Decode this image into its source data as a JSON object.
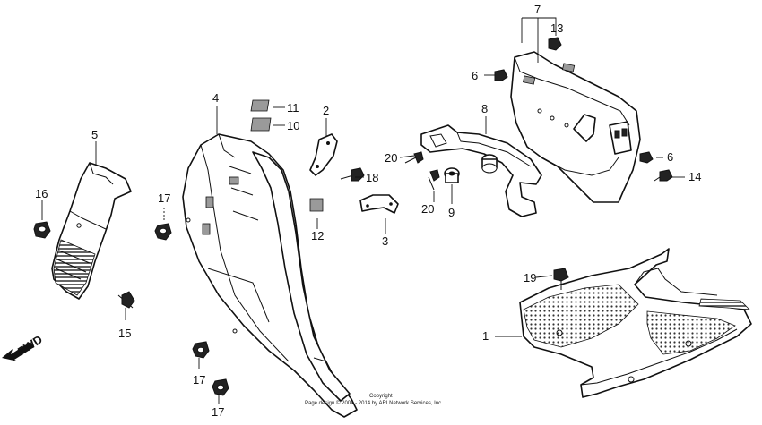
{
  "callouts": [
    {
      "id": "c1",
      "text": "1"
    },
    {
      "id": "c2",
      "text": "2"
    },
    {
      "id": "c3",
      "text": "3"
    },
    {
      "id": "c4",
      "text": "4"
    },
    {
      "id": "c5",
      "text": "5"
    },
    {
      "id": "c6a",
      "text": "6"
    },
    {
      "id": "c6b",
      "text": "6"
    },
    {
      "id": "c7",
      "text": "7"
    },
    {
      "id": "c8",
      "text": "8"
    },
    {
      "id": "c9",
      "text": "9"
    },
    {
      "id": "c10",
      "text": "10"
    },
    {
      "id": "c11",
      "text": "11"
    },
    {
      "id": "c12",
      "text": "12"
    },
    {
      "id": "c13",
      "text": "13"
    },
    {
      "id": "c14",
      "text": "14"
    },
    {
      "id": "c15",
      "text": "15"
    },
    {
      "id": "c16",
      "text": "16"
    },
    {
      "id": "c17a",
      "text": "17"
    },
    {
      "id": "c17b",
      "text": "17"
    },
    {
      "id": "c17c",
      "text": "17"
    },
    {
      "id": "c18",
      "text": "18"
    },
    {
      "id": "c19",
      "text": "19"
    },
    {
      "id": "c20a",
      "text": "20"
    },
    {
      "id": "c20b",
      "text": "20"
    }
  ],
  "fwd_label": "FWD",
  "copyright_line1": "Copyright",
  "copyright_line2": "Page design © 2004 - 2014 by ARI Network Services, Inc."
}
